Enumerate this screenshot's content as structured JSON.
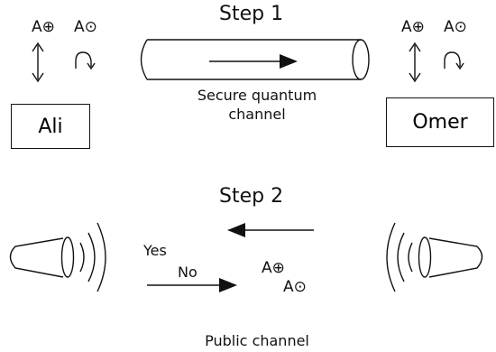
{
  "step1": {
    "title": "Step 1",
    "channel_label_line1": "Secure quantum",
    "channel_label_line2": "channel"
  },
  "step2": {
    "title": "Step 2",
    "yes_label": "Yes",
    "no_label": "No",
    "public_channel_label": "Public channel"
  },
  "parties": {
    "left": "Ali",
    "right": "Omer"
  },
  "bases": {
    "rectilinear": "A⊕",
    "circular": "A⊙"
  }
}
